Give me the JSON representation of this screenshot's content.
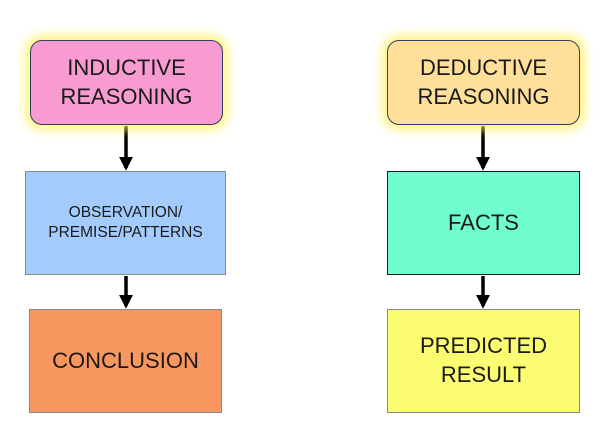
{
  "diagram": {
    "inductive": {
      "title": "INDUCTIVE\nREASONING",
      "step1": "OBSERVATION/\nPREMISE/PATTERNS",
      "step2": "CONCLUSION"
    },
    "deductive": {
      "title": "DEDUCTIVE\nREASONING",
      "step1": "FACTS",
      "step2": "PREDICTED\nRESULT"
    }
  },
  "colors": {
    "inductive_title": "#f79bd1",
    "observation": "#a3cbfb",
    "conclusion": "#f8975f",
    "deductive_title": "#ffdf9a",
    "facts": "#6efdcb",
    "predicted_result": "#fcfc73",
    "glow": "#fff05a",
    "arrow": "#000000"
  }
}
